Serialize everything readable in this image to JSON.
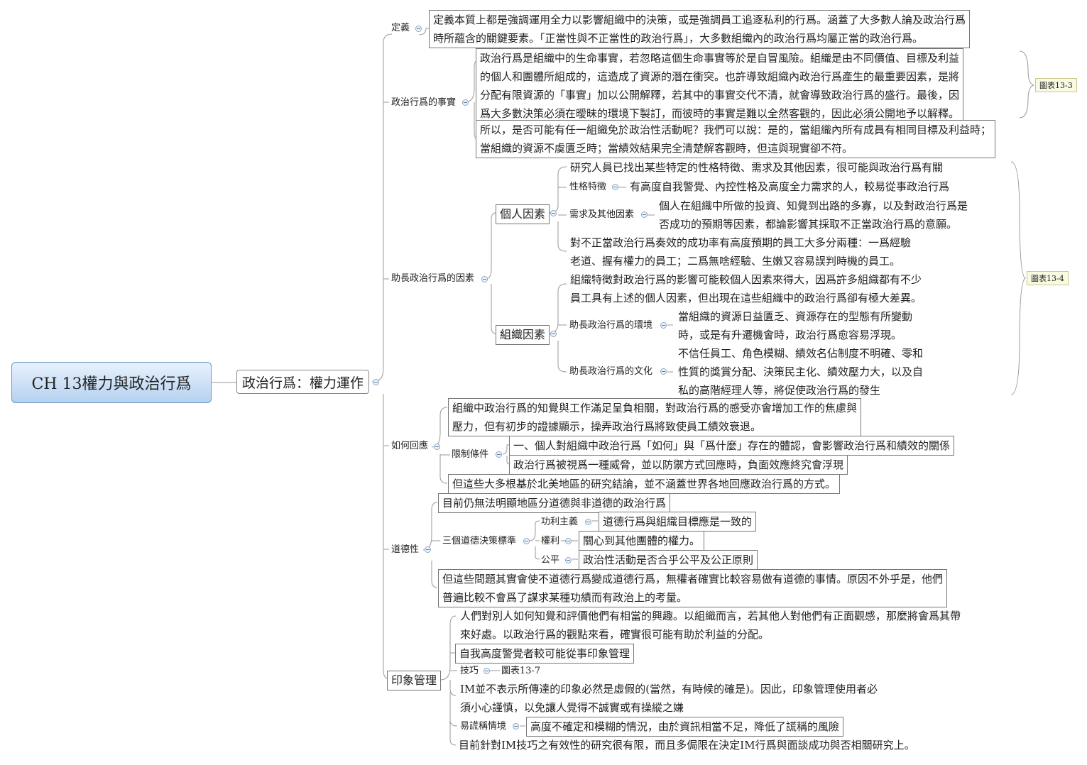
{
  "root": "CH 13權力與政治行爲",
  "main": "政治行爲：權力運作",
  "def": {
    "label": "定義",
    "text": "定義本質上都是強調運用全力以影響組織中的決策，或是強調員工追逐私利的行爲。涵蓋了大多數人論及政治行爲\n時所蘊含的關鍵要素。「正當性與不正當性的政治行爲」，大多數組織內的政治行爲均屬正當的政治行爲。"
  },
  "fact": {
    "label": "政治行爲的事實",
    "text1": "政治行爲是組織中的生命事實，若忽略這個生命事實等於是自冒風險。組織是由不同價值、目標及利益\n的個人和團體所組成的，這造成了資源的潛在衝突。也許導致組織內政治行爲產生的最重要因素，是將\n分配有限資源的「事實」加以公開解釋，若其中的事實交代不清，就會導致政治行爲的盛行。最後，因\n爲大多數決策必須在曖昧的環境下製訂，而彼時的事實是難以全然客觀的，因此必須公開地予以解釋。",
    "text2": "所以，是否可能有任一組織免於政治性活動呢？我們可以說：是的，當組織內所有成員有相同目標及利益時；\n當組織的資源不虞匱乏時；當績效結果完全清楚解客觀時，但這與現實卻不符。",
    "note": "圖表13-3"
  },
  "factors": {
    "label": "助長政治行爲的因素",
    "note": "圖表13-4",
    "personal": {
      "label": "個人因素",
      "intro": "研究人員已找出某些特定的性格特徵、需求及其他因素，很可能與政治行爲有關",
      "trait_label": "性格特徵",
      "trait_text": "有高度自我警覺、內控性格及高度全力需求的人，較易從事政治行爲",
      "need_label": "需求及其他因素",
      "need_text": "個人在組織中所做的投資、知覺到出路的多寡，以及對政治行爲是\n否成功的預期等因素，都論影響其採取不正當政治行爲的意願。",
      "expect": "對不正當政治行爲奏效的成功率有高度預期的員工大多分兩種：一爲經驗\n老道、握有權力的員工；二爲無啥經驗、生嫩又容易誤判時機的員工。"
    },
    "org": {
      "label": "組織因素",
      "intro": "組織特徵對政治行爲的影響可能較個人因素來得大，因爲許多組織都有不少\n員工具有上述的個人因素，但出現在這些組織中的政治行爲卻有極大差異。",
      "env_label": "助長政治行爲的環境",
      "env_text": "當組織的資源日益匱乏、資源存在的型態有所變動\n時，或是有升遷機會時，政治行爲愈容易浮現。",
      "cult_label": "助長政治行爲的文化",
      "cult_text": "不信任員工、角色模糊、績效名佔制度不明確、零和\n性質的獎賞分配、決策民主化、績效壓力大，以及自\n私的高階經理人等，將促使政治行爲的發生"
    }
  },
  "respond": {
    "label": "如何回應",
    "text1": "組織中政治行爲的知覺與工作滿足呈負相關，對政治行爲的感受亦會增加工作的焦慮與\n壓力，但有初步的證據顯示，操弄政治行爲將致使員工績效衰退。",
    "limit_label": "限制條件",
    "limit1": "一、個人對組織中政治行爲「如何」與「爲什麼」存在的體認，會影響政治行爲和績效的關係",
    "limit2": "政治行爲被視爲一種威脅，並以防禦方式回應時，負面效應終究會浮現",
    "text2": "但這些大多根基於北美地區的研究結論，並不涵蓋世界各地回應政治行爲的方式。"
  },
  "ethics": {
    "label": "道德性",
    "text1": "目前仍無法明顯地區分道德與非道德的政治行爲",
    "criteria_label": "三個道德決策標準",
    "util_label": "功利主義",
    "util_text": "道德行爲與組織目標應是一致的",
    "right_label": "權利",
    "right_text": "關心到其他團體的權力。",
    "fair_label": "公平",
    "fair_text": "政治性活動是否合乎公平及公正原則",
    "text2": "但這些問題其實會使不道德行爲變成道德行爲，無權者確實比較容易做有道德的事情。原因不外乎是，他們\n普遍比較不會爲了謀求某種功績而有政治上的考量。"
  },
  "im": {
    "label": "印象管理",
    "text1": "人們對別人如何知覺和評價他們有相當的興趣。以組織而言，若其他人對他們有正面觀感，那麼將會爲其帶\n來好處。以政治行爲的觀點來看，確實很可能有助於利益的分配。",
    "text2": "自我高度警覺者較可能從事印象管理",
    "tech_label": "技巧",
    "tech_text": "圖表13-7",
    "text3": "IM並不表示所傳達的印象必然是虛假的(當然，有時候的確是)。因此，印象管理使用者必\n須小心謹慎，以免讓人覺得不誠實或有操縱之嫌",
    "lie_label": "易謊稱情境",
    "lie_text": "高度不確定和模糊的情況，由於資訊相當不足，降低了謊稱的風險",
    "text4": "目前針對IM技巧之有效性的研究很有限，而且多侷限在決定IM行爲與面談成功與否相關研究上。"
  }
}
